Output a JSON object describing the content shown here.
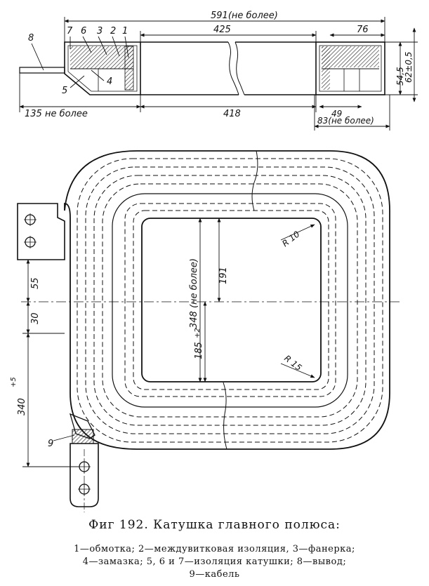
{
  "top_view": {
    "overall_len": "591(не более)",
    "inner_len": "425",
    "right_width": "76",
    "height_outer": "62±0,5",
    "height_inner": "54,5",
    "lead_offset": "135 не более",
    "span": "418",
    "notch": "49",
    "right_total": "83(не более)",
    "parts": [
      "7",
      "6",
      "3",
      "2",
      "1"
    ],
    "part_8": "8",
    "part_5": "5",
    "part_4": "4"
  },
  "front_view": {
    "r_small": "R 10",
    "r_large": "R 15",
    "height_total": "348 (не более)",
    "window_height": "191",
    "half_height": "185",
    "half_height_tol": "+2",
    "dim_55": "55",
    "dim_30": "30",
    "dim_340": "340",
    "dim_340_tol": "+5",
    "part_9": "9"
  },
  "caption": {
    "title": "Фиг 192. Катушка главного полюса:",
    "line1": "1—обмотка; 2—междувитковая изоляция, 3—фанерка;",
    "line2": "4—замазка; 5, 6 и 7—изоляция катушки; 8—вывод;",
    "line3": "9—кабель"
  }
}
